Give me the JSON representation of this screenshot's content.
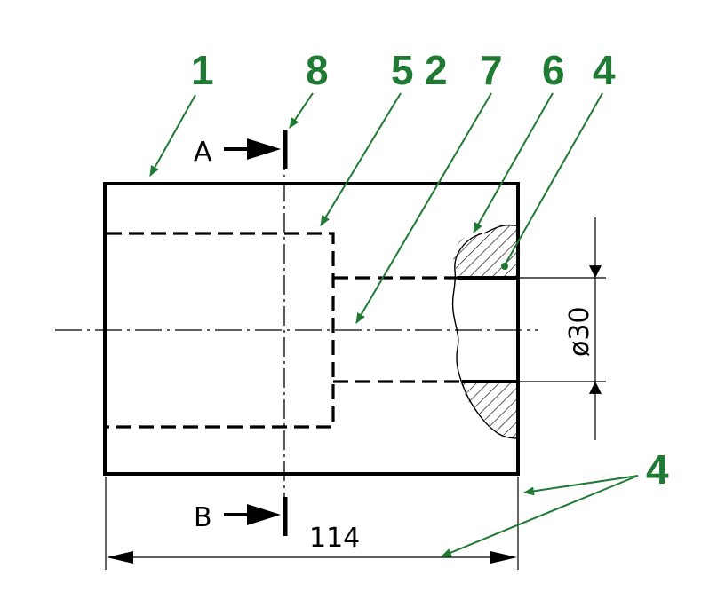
{
  "colors": {
    "line": "#000000",
    "callout": "#1f7a33",
    "hatch": "#333333",
    "background": "#ffffff"
  },
  "callouts": {
    "c1": "1",
    "c8": "8",
    "c5": "5",
    "c2": "2",
    "c7": "7",
    "c6": "6",
    "c4_top": "4",
    "c4_right": "4"
  },
  "section": {
    "top_label": "A",
    "bottom_label": "B"
  },
  "dimensions": {
    "diameter": "ø30",
    "length": "114"
  }
}
